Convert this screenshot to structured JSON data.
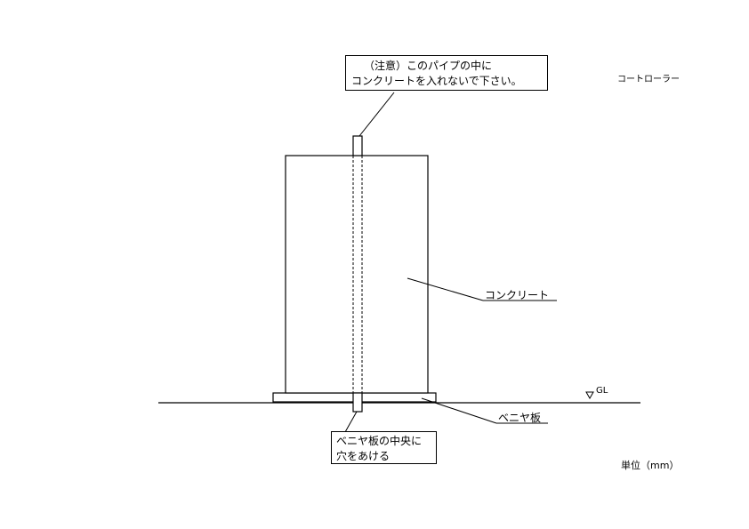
{
  "title": "コートローラー",
  "unit_label": "単位（mm）",
  "ground_label": "GL",
  "labels": {
    "concrete": "コンクリート",
    "plywood": "ベニヤ板"
  },
  "notes": {
    "top": [
      "（注意）このパイプの中に",
      "コンクリートを入れないで下さい。"
    ],
    "bottom": [
      "ベニヤ板の中央に",
      "穴をあける"
    ]
  }
}
